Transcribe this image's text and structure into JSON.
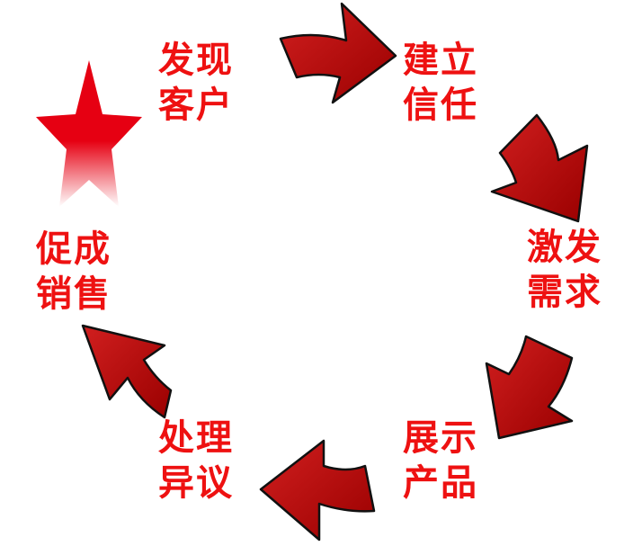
{
  "cycle": {
    "steps": [
      {
        "line1": "发现",
        "line2": "客户"
      },
      {
        "line1": "建立",
        "line2": "信任"
      },
      {
        "line1": "激发",
        "line2": "需求"
      },
      {
        "line1": "展示",
        "line2": "产品"
      },
      {
        "line1": "处理",
        "line2": "异议"
      },
      {
        "line1": "促成",
        "line2": "销售"
      }
    ]
  },
  "colors": {
    "text": "#ee1111",
    "arrow_fill_light": "#cc1a1a",
    "arrow_fill_dark": "#9a0000",
    "arrow_outline": "#111111",
    "star_top": "#e60012",
    "star_fade": "#ffffff"
  },
  "icons": [
    "curved-arrow-icon",
    "star-icon"
  ]
}
